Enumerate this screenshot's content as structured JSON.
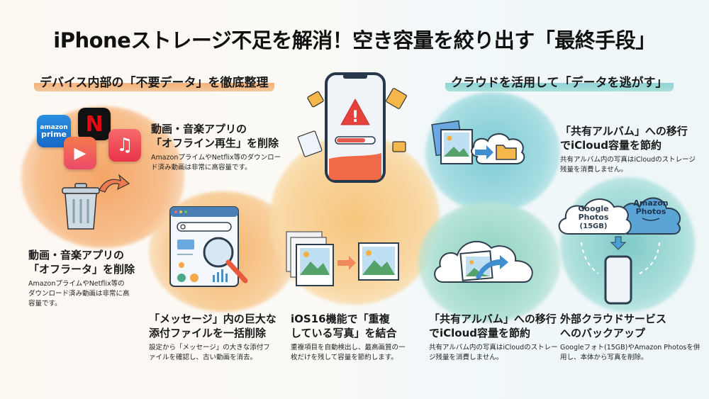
{
  "title": "iPhoneストレージ不足を解消！空き容量を絞り出す「最終手段」",
  "sections": {
    "left": {
      "label": "デバイス内部の「不要データ」を徹底整理",
      "color": "#f6b27a"
    },
    "right": {
      "label": "クラウドを活用して「データを逃がす」",
      "color": "#8fd3d9"
    }
  },
  "center": {
    "icon": "phone-warning-icon",
    "alert": "!"
  },
  "icons": {
    "amazon": {
      "line1": "amazon",
      "line2": "prime"
    },
    "netflix": "N",
    "music": "♫",
    "play": "▶",
    "google_photos_cloud": {
      "line1": "Google",
      "line2": "Photos",
      "line3": "(15GB)"
    },
    "amazon_photos_cloud": {
      "line1": "Amazon",
      "line2": "Photos"
    }
  },
  "cards": [
    {
      "id": "offline-playback",
      "heading_line1": "動画・音楽アプリの",
      "heading_line2": "「オフライン再生」を削除",
      "body": "AmazonプライムやNetflix等のダウンロード済み動画は非常に高容量です。"
    },
    {
      "id": "offline-data",
      "heading_line1": "動画・音楽アプリの",
      "heading_line2": "「オフラータ」を削除",
      "body": "AmazonプライムやNetflix等のダウンロード済み動画は非常に高容量です。"
    },
    {
      "id": "messages-attachments",
      "heading_line1": "「メッセージ」内の巨大な",
      "heading_line2": "添付ファイルを一括削除",
      "body": "設定から「メッセージ」の大きな添付ファイルを確認し、古い動画を消去。"
    },
    {
      "id": "duplicate-photos",
      "heading_line1": "iOS16機能で「重複",
      "heading_line2": "している写真」を結合",
      "body": "重複項目を自動検出し、最高画質の一枚だけを残して容量を節約します。"
    },
    {
      "id": "shared-album-bottom",
      "heading_line1": "「共有アルバム」への移行",
      "heading_line2": "でiCloud容量を節約",
      "body": "共有アルバム内の写真はiCloudのストレージ残量を消費しません。"
    },
    {
      "id": "shared-album-top",
      "heading_line1": "「共有アルバム」への移行",
      "heading_line2": "でiCloud容量を節約",
      "body": "共有アルバム内の写真はiCloudのストレージ残量を消費しません。"
    },
    {
      "id": "external-cloud",
      "heading_line1": "外部クラウドサービス",
      "heading_line2": "へのバックアップ",
      "body": "Googleフォト(15GB)やAmazon Photosを併用し、本体から写真を削除。"
    }
  ]
}
